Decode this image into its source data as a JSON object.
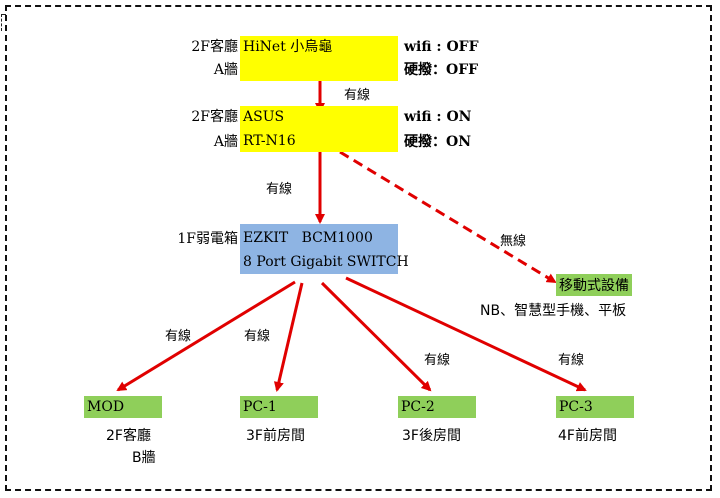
{
  "router1": {
    "loc_line1": "2F客廳",
    "loc_line2": "A牆",
    "name_line1": "HiNet 小烏龜",
    "wifi": "wifi : OFF",
    "wired": "硬撥：OFF"
  },
  "router2": {
    "loc_line1": "2F客廳",
    "loc_line2": "A牆",
    "name_line1": "ASUS",
    "name_line2": "RT-N16",
    "wifi": "wifi : ON",
    "wired": "硬撥：ON"
  },
  "switch": {
    "loc": "1F弱電箱",
    "name_line1": "EZKIT   BCM1000",
    "name_line2": "8 Port Gigabit SWITCH"
  },
  "mobile": {
    "name": "移動式設備",
    "desc": "NB、智慧型手機、平板"
  },
  "devices": [
    {
      "name": "MOD",
      "loc_line1": "2F客廳",
      "loc_line2": "B牆"
    },
    {
      "name": "PC-1",
      "loc_line1": "3F前房間"
    },
    {
      "name": "PC-2",
      "loc_line1": "3F後房間"
    },
    {
      "name": "PC-3",
      "loc_line1": "4F前房間"
    }
  ],
  "edges": {
    "r1_r2": "有線",
    "r2_switch": "有線",
    "r2_mobile": "無線",
    "sw_mod": "有線",
    "sw_pc1": "有線",
    "sw_pc2": "有線",
    "sw_pc3": "有線"
  },
  "colors": {
    "router": "#ffff00",
    "switch": "#8eb4e3",
    "device": "#8fcf5a",
    "arrow": "#e00000"
  }
}
